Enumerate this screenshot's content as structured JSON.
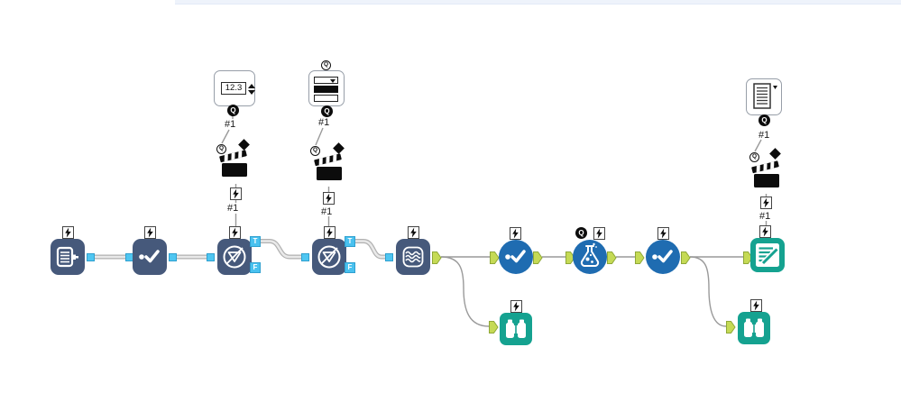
{
  "window": {
    "top_strip_color": "#eef3fb",
    "canvas_background": "#ffffff"
  },
  "palette": {
    "navy_tool": "#46597b",
    "blue_macro": "#1f6cb1",
    "teal_tool": "#15a290",
    "lime_anchor_fill": "#c5da55",
    "lime_anchor_border": "#8fa838",
    "cyan_anchor_fill": "#4fc6f1",
    "cyan_anchor_border": "#2fa0cf",
    "wire_gray": "#9a9a9a",
    "wire_core": "#e9e9e9"
  },
  "wire_label": "#1",
  "anchor_labels": {
    "true": "T",
    "false": "F",
    "question": "Q"
  },
  "interface": {
    "numeric_updown_value": "12.3"
  },
  "icons": [
    "input-data-icon",
    "dot-check-icon",
    "filter-funnel-icon",
    "union-waves-icon",
    "flask-icon",
    "report-text-icon",
    "binoculars-icon",
    "clapperboard-icon",
    "numeric-updown-icon",
    "dropdown-list-icon",
    "document-dropdown-icon",
    "lightning-anchor-icon",
    "question-anchor-icon",
    "diamond-anchor-icon"
  ],
  "tools": [
    {
      "id": "input-data",
      "type": "input"
    },
    {
      "id": "check-tool",
      "type": "process"
    },
    {
      "id": "filter-1",
      "type": "filter"
    },
    {
      "id": "filter-2",
      "type": "filter"
    },
    {
      "id": "union",
      "type": "union"
    },
    {
      "id": "macro-check-1",
      "type": "macro"
    },
    {
      "id": "macro-flask",
      "type": "macro"
    },
    {
      "id": "macro-check-2",
      "type": "macro"
    },
    {
      "id": "report-text",
      "type": "reporting"
    },
    {
      "id": "browse-1",
      "type": "browse"
    },
    {
      "id": "browse-2",
      "type": "browse"
    },
    {
      "id": "numeric-updown",
      "type": "interface"
    },
    {
      "id": "drop-down",
      "type": "interface"
    },
    {
      "id": "document-drop-down",
      "type": "interface"
    },
    {
      "id": "action-1",
      "type": "action"
    },
    {
      "id": "action-2",
      "type": "action"
    },
    {
      "id": "action-3",
      "type": "action"
    }
  ]
}
